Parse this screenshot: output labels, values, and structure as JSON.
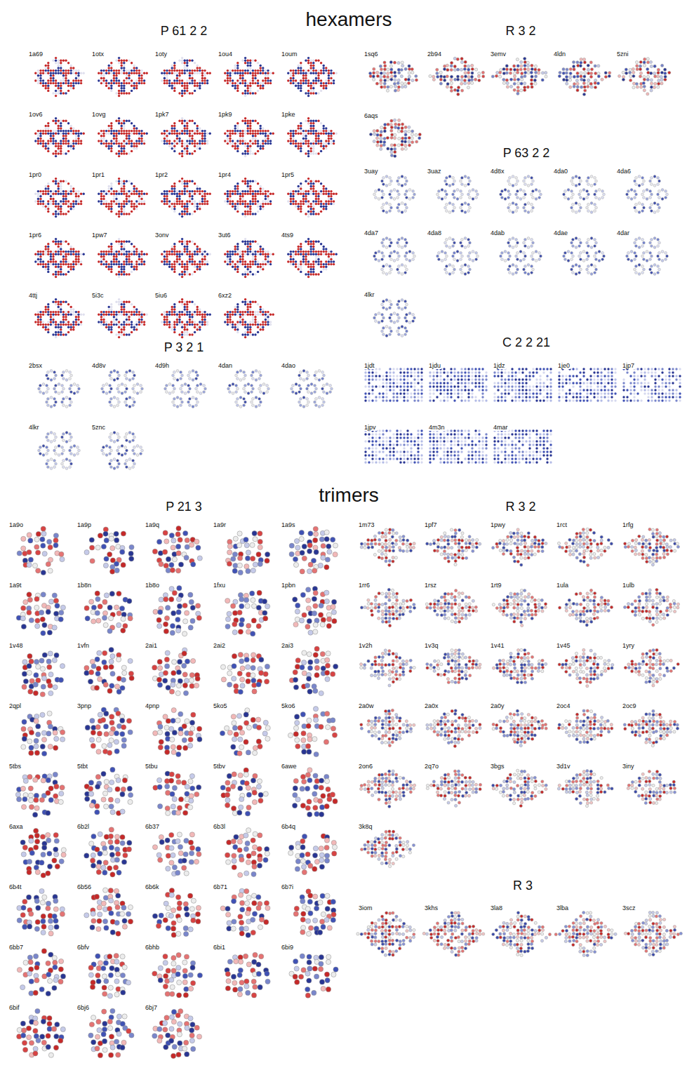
{
  "diagram": {
    "labels": [
      "hexamers",
      "P 61 2 2",
      "1a69",
      "1otx",
      "1oty",
      "1ou4",
      "1oum",
      "1ov6",
      "1ovg",
      "1pk7",
      "1pk9",
      "1pke",
      "1pr0",
      "1pr1",
      "1pr2",
      "1pr4",
      "1pr5",
      "1pr6",
      "1pw7",
      "3onv",
      "3ut6",
      "4ts9",
      "4ttj",
      "5i3c",
      "5iu6",
      "6xz2",
      "R 3 2",
      "1sq6",
      "2b94",
      "3emv",
      "4ldn",
      "5zni",
      "6aqs",
      "P 63 2 2",
      "3uay",
      "3uaz",
      "4d8x",
      "4da0",
      "4da6",
      "4da7",
      "4da8",
      "4dab",
      "4dae",
      "4dar",
      "4lkr",
      "P 3 2 1",
      "2bsx",
      "4d8v",
      "4d9h",
      "4dan",
      "4dao",
      "4lkr",
      "5znc",
      "C 2 2 21",
      "1jdt",
      "1jdu",
      "1jdz",
      "1je0",
      "1jp7",
      "1jpv",
      "4m3n",
      "4mar",
      "trimers",
      "P 21 3",
      "1a9o",
      "1a9p",
      "1a9q",
      "1a9r",
      "1a9s",
      "1a9t",
      "1b8n",
      "1b8o",
      "1fxu",
      "1pbn",
      "1v48",
      "1vfn",
      "2ai1",
      "2ai2",
      "2ai3",
      "2qpl",
      "3pnp",
      "4pnp",
      "5ko5",
      "5ko6",
      "5tbs",
      "5tbt",
      "5tbu",
      "5tbv",
      "6awe",
      "6axa",
      "6b2l",
      "6b37",
      "6b3l",
      "6b4q",
      "6b4t",
      "6b56",
      "6b6k",
      "6b71",
      "6b7i",
      "6bb7",
      "6bfv",
      "6bhb",
      "6bi1",
      "6bi9",
      "6bif",
      "6bj6",
      "6bj7",
      "R 3 2",
      "1m73",
      "1pf7",
      "1pwy",
      "1rct",
      "1rfg",
      "1rr6",
      "1rsz",
      "1rt9",
      "1ula",
      "1ulb",
      "1v2h",
      "1v3q",
      "1v41",
      "1v45",
      "1yry",
      "2a0w",
      "2a0x",
      "2a0y",
      "2oc4",
      "2oc9",
      "2on6",
      "2q7o",
      "3bgs",
      "3d1v",
      "3iny",
      "3k8q",
      "R 3",
      "3iom",
      "3khs",
      "3la8",
      "3lba",
      "3scz"
    ]
  }
}
